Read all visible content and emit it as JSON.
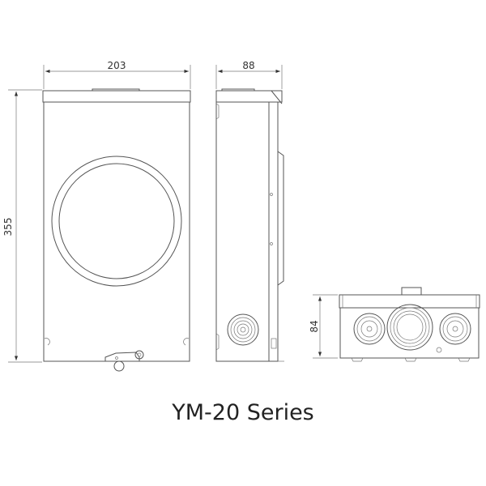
{
  "dimensions": {
    "front_width": "203",
    "side_depth": "88",
    "height": "355",
    "bottom_height": "84"
  },
  "title": "YM-20 Series",
  "colors": {
    "line": "#555555",
    "text": "#222222"
  }
}
